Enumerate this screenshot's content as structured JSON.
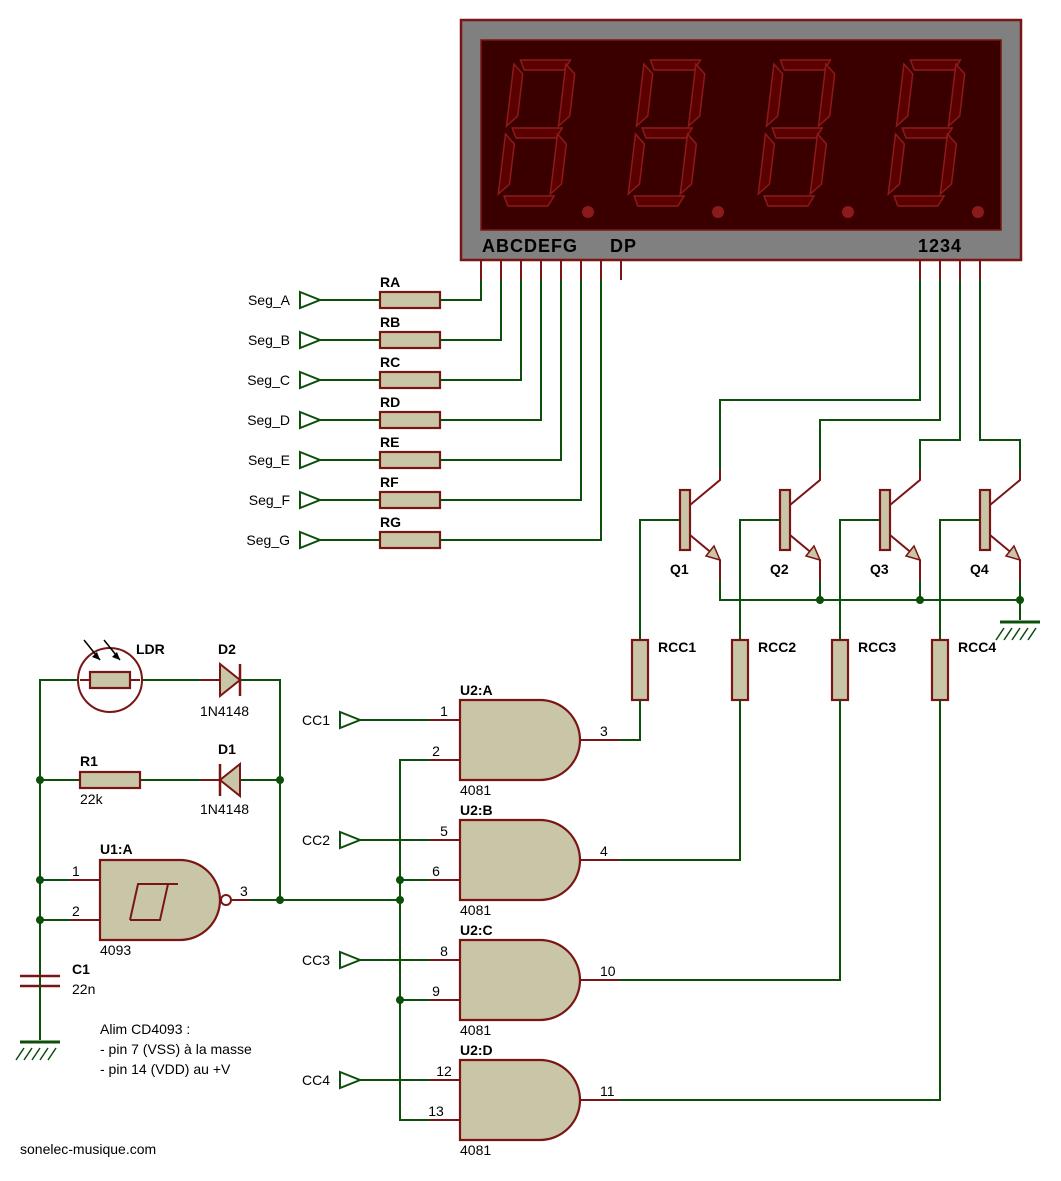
{
  "display": {
    "segment_labels": "ABCDEFG",
    "dp_label": "DP",
    "digit_labels": "1234"
  },
  "segment_inputs": [
    {
      "net": "Seg_A",
      "resistor": "RA"
    },
    {
      "net": "Seg_B",
      "resistor": "RB"
    },
    {
      "net": "Seg_C",
      "resistor": "RC"
    },
    {
      "net": "Seg_D",
      "resistor": "RD"
    },
    {
      "net": "Seg_E",
      "resistor": "RE"
    },
    {
      "net": "Seg_F",
      "resistor": "RF"
    },
    {
      "net": "Seg_G",
      "resistor": "RG"
    }
  ],
  "transistors": [
    "Q1",
    "Q2",
    "Q3",
    "Q4"
  ],
  "base_resistors": [
    "RCC1",
    "RCC2",
    "RCC3",
    "RCC4"
  ],
  "and_gates": [
    {
      "ref": "U2:A",
      "part": "4081",
      "in1": "1",
      "in2": "2",
      "out": "3",
      "cc": "CC1"
    },
    {
      "ref": "U2:B",
      "part": "4081",
      "in1": "5",
      "in2": "6",
      "out": "4",
      "cc": "CC2"
    },
    {
      "ref": "U2:C",
      "part": "4081",
      "in1": "8",
      "in2": "9",
      "out": "10",
      "cc": "CC3"
    },
    {
      "ref": "U2:D",
      "part": "4081",
      "in1": "12",
      "in2": "13",
      "out": "11",
      "cc": "CC4"
    }
  ],
  "oscillator": {
    "ldr": "LDR",
    "d2": "D2",
    "d2_part": "1N4148",
    "r1": "R1",
    "r1_value": "22k",
    "d1": "D1",
    "d1_part": "1N4148",
    "nand_ref": "U1:A",
    "nand_part": "4093",
    "pin1": "1",
    "pin2": "2",
    "pin3": "3",
    "c1": "C1",
    "c1_value": "22n"
  },
  "note": {
    "line1": "Alim CD4093 :",
    "line2": "- pin 7 (VSS) à la masse",
    "line3": "- pin 14 (VDD) au +V"
  },
  "credit": "sonelec-musique.com",
  "colors": {
    "wire": "#0b4f0b",
    "component_outline": "#7a1515",
    "component_fill": "#c9c6a8",
    "display_bezel": "#808080",
    "display_window": "#3a0000"
  }
}
